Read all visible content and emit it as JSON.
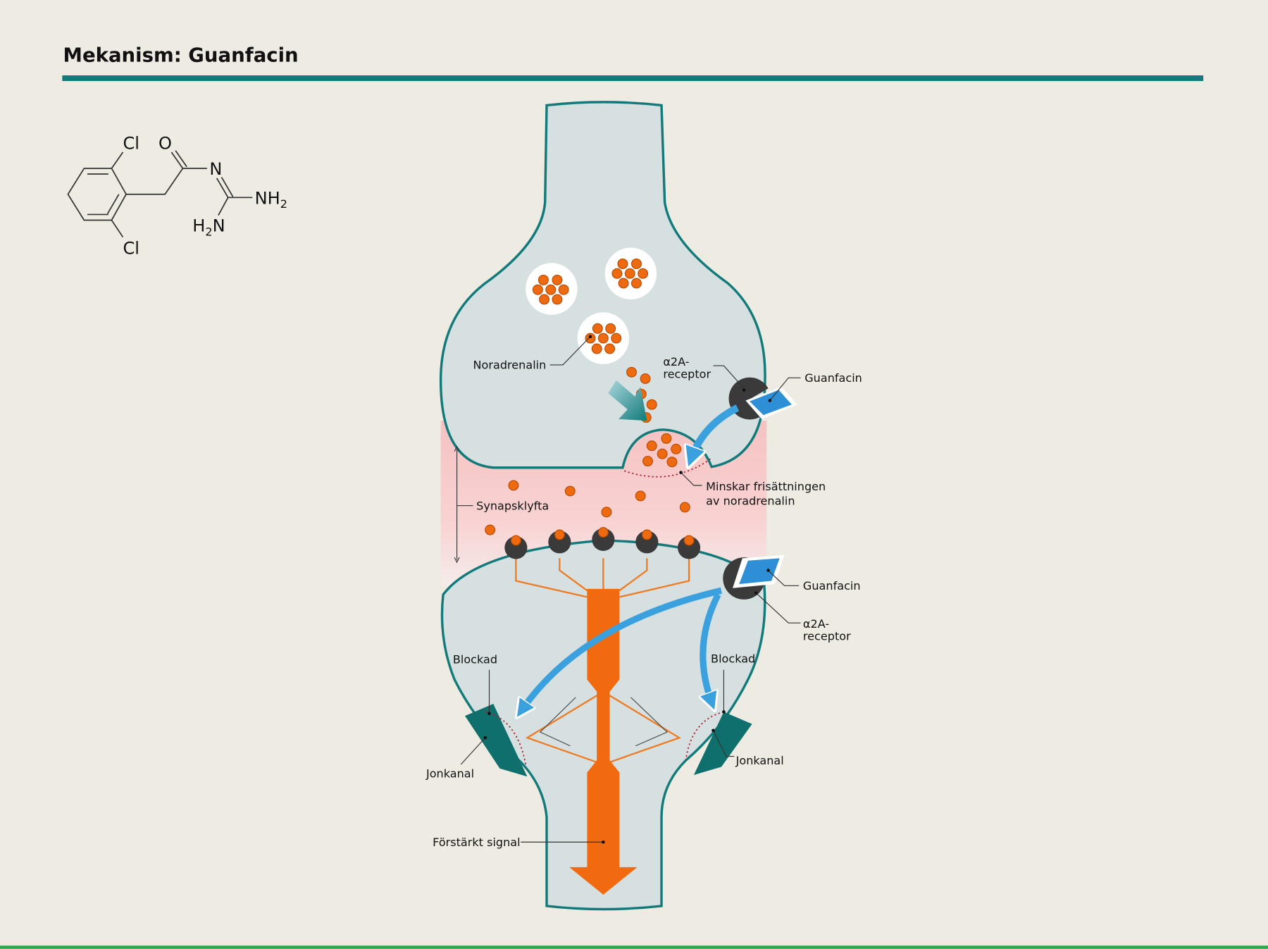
{
  "title": "Mekanism: Guanfacin",
  "molecule": {
    "cl_top": "Cl",
    "cl_bottom": "Cl",
    "oxygen": "O",
    "nitrogen": "N",
    "nh2": "NH",
    "nh2_sub": "2",
    "h2n_h": "H",
    "h2n_sub": "2",
    "h2n_n": "N"
  },
  "labels": {
    "noradrenalin": "Noradrenalin",
    "receptor_top_1": "α2A-",
    "receptor_top_2": "receptor",
    "guanfacin_top": "Guanfacin",
    "minskar_1": "Minskar frisättningen",
    "minskar_2": "av noradrenalin",
    "synapsklyfta": "Synapsklyfta",
    "guanfacin_bottom": "Guanfacin",
    "receptor_bottom_1": "α2A-",
    "receptor_bottom_2": "receptor",
    "blockad_left": "Blockad",
    "blockad_right": "Blockad",
    "jonkanal_left": "Jonkanal",
    "jonkanal_right": "Jonkanal",
    "forstarkt": "Förstärkt signal"
  },
  "colors": {
    "accent": "#127a7a",
    "cell": "#d7e0e0",
    "noradrenalin": "#ee6a10",
    "guanfacin": "#2f8fd6",
    "signal": "#f26a0f"
  }
}
